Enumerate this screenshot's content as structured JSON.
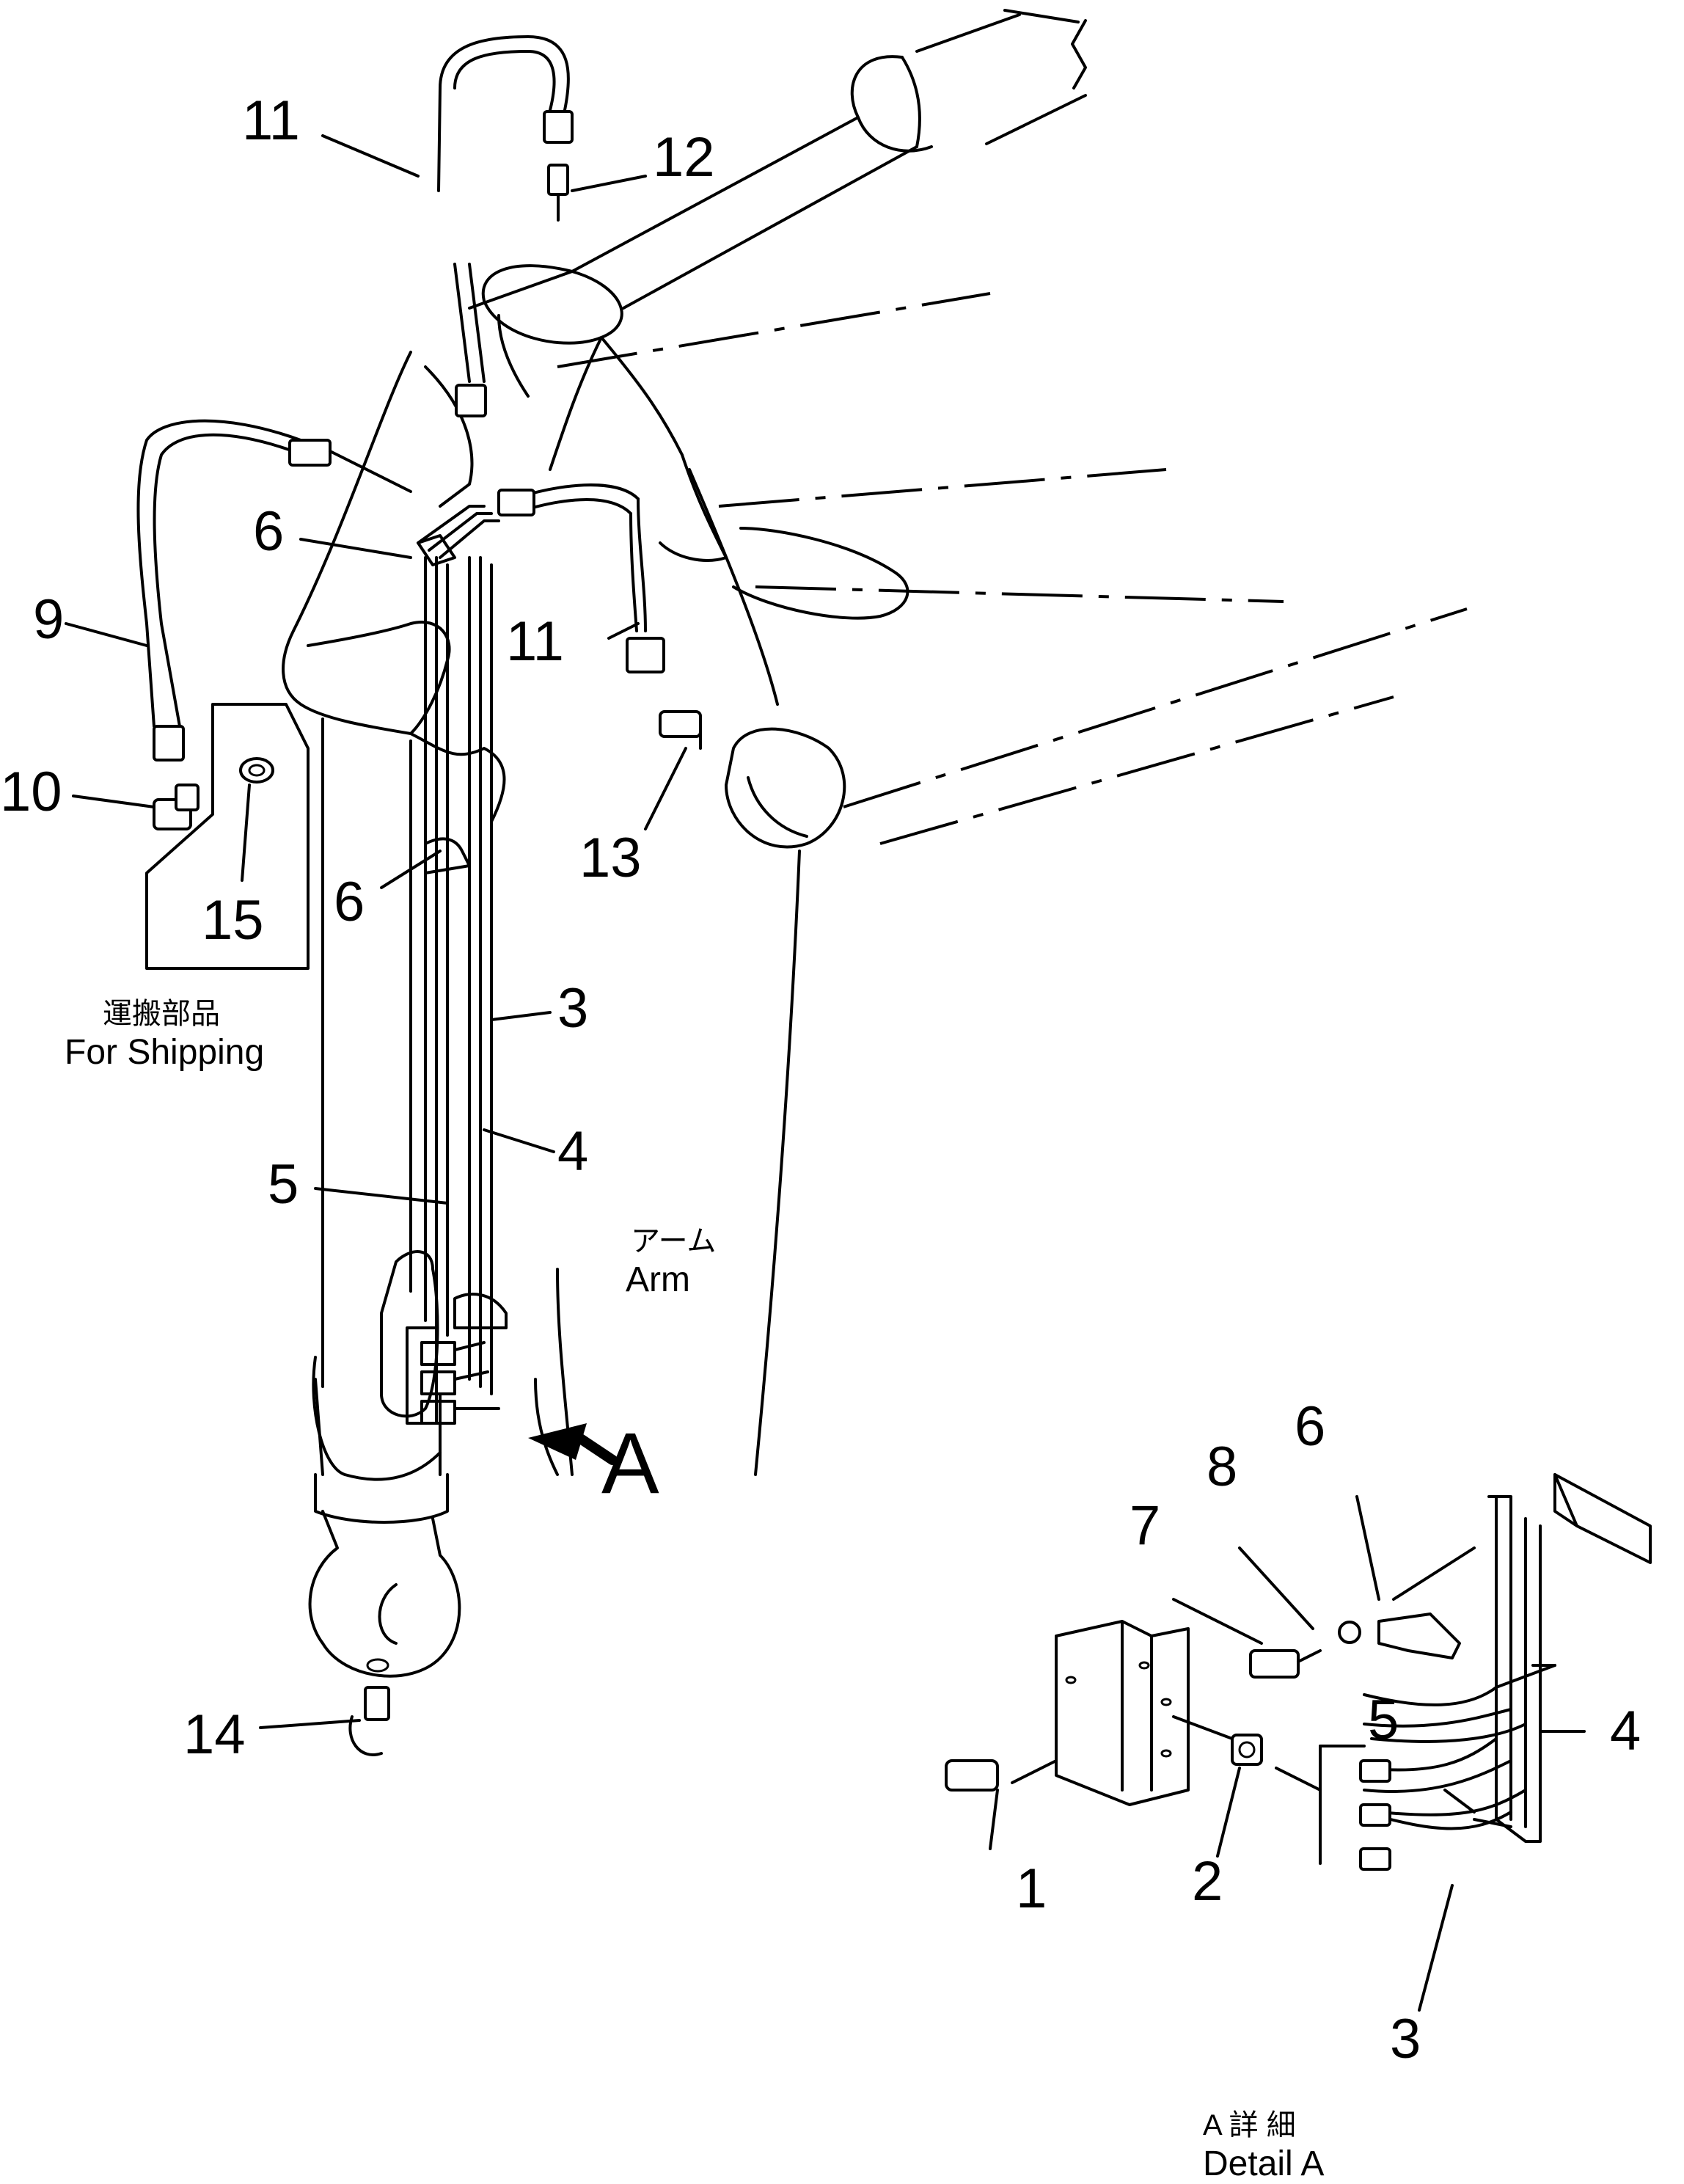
{
  "labels": {
    "n11_top": "11",
    "n12": "12",
    "n6_upper": "6",
    "n9": "9",
    "n11_right": "11",
    "n10": "10",
    "n15": "15",
    "n13": "13",
    "n6_lower": "6",
    "n3": "3",
    "n4": "4",
    "n5": "5",
    "n14": "14",
    "arrow_a": "A",
    "d_n8": "8",
    "d_n6": "6",
    "d_n7": "7",
    "d_n5": "5",
    "d_n4": "4",
    "d_n1": "1",
    "d_n2": "2",
    "d_n3": "3"
  },
  "captions": {
    "shipping_jp": "運搬部品",
    "shipping_en": "For  Shipping",
    "arm_jp": "アーム",
    "arm_en": "Arm",
    "detail_jp": "A  詳  細",
    "detail_en": "Detail  A"
  },
  "icons": {
    "view_arrow": "arrow-icon"
  }
}
